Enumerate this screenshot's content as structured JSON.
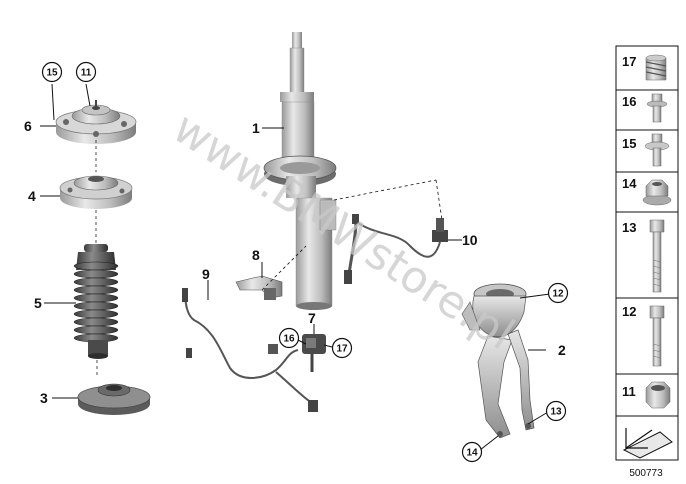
{
  "diagram_id": "500773",
  "watermark": "www.BMWstore.pl",
  "callouts": {
    "c1": "1",
    "c2": "2",
    "c3": "3",
    "c4": "4",
    "c5": "5",
    "c6": "6",
    "c7": "7",
    "c8": "8",
    "c9": "9",
    "c10": "10"
  },
  "circled": {
    "c15": "15",
    "c11": "11",
    "c12": "12",
    "c13": "13",
    "c14": "14",
    "c16": "16",
    "c17": "17"
  },
  "side_panel": [
    {
      "label": "17",
      "icon": "spring-nut-icon"
    },
    {
      "label": "16",
      "icon": "flange-bolt-icon"
    },
    {
      "label": "15",
      "icon": "washer-bolt-icon"
    },
    {
      "label": "14",
      "icon": "flange-nut-icon"
    },
    {
      "label": "13",
      "icon": "long-bolt-icon"
    },
    {
      "label": "12",
      "icon": "medium-bolt-icon"
    },
    {
      "label": "11",
      "icon": "hex-nut-icon"
    },
    {
      "label": "",
      "icon": "direction-arrow-icon"
    }
  ]
}
